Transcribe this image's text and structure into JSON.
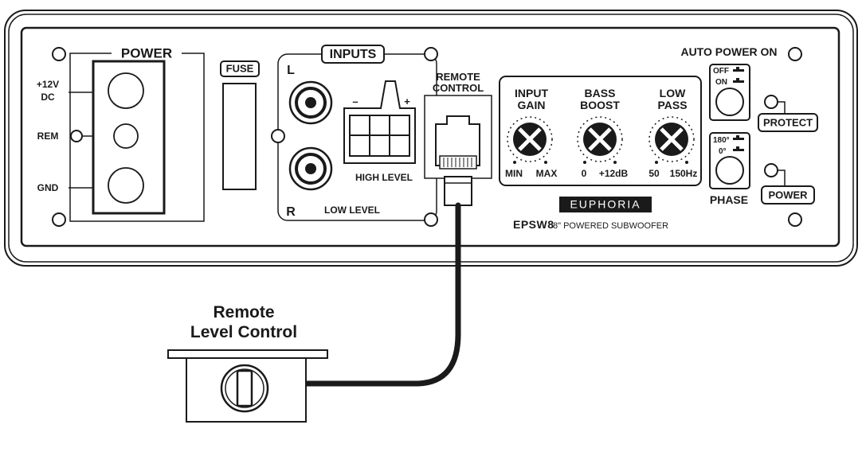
{
  "labels": {
    "power_section": "POWER",
    "plus12v": "+12V",
    "dc": "DC",
    "rem": "REM",
    "gnd": "GND",
    "fuse": "FUSE",
    "inputs": "INPUTS",
    "left": "L",
    "right": "R",
    "minus": "–",
    "plus": "+",
    "high_level": "HIGH LEVEL",
    "low_level": "LOW LEVEL",
    "remote_line1": "REMOTE",
    "remote_line2": "CONTROL",
    "input_line1": "INPUT",
    "input_line2": "GAIN",
    "bass_line1": "BASS",
    "bass_line2": "BOOST",
    "lowpass_line1": "LOW",
    "lowpass_line2": "PASS",
    "gain_min": "MIN",
    "gain_max": "MAX",
    "bass_min": "0",
    "bass_max": "+12dB",
    "lp_min": "50",
    "lp_max": "150Hz",
    "brand": "EUPHORIA",
    "model": "EPSW8",
    "model_desc": "8\" POWERED SUBWOOFER",
    "auto_power_on": "AUTO POWER ON",
    "off": "OFF",
    "on": "ON",
    "phase_180": "180°",
    "phase_0": "0°",
    "phase": "PHASE",
    "protect": "PROTECT",
    "power_led": "POWER",
    "remote_level_line1": "Remote",
    "remote_level_line2": "Level Control"
  }
}
